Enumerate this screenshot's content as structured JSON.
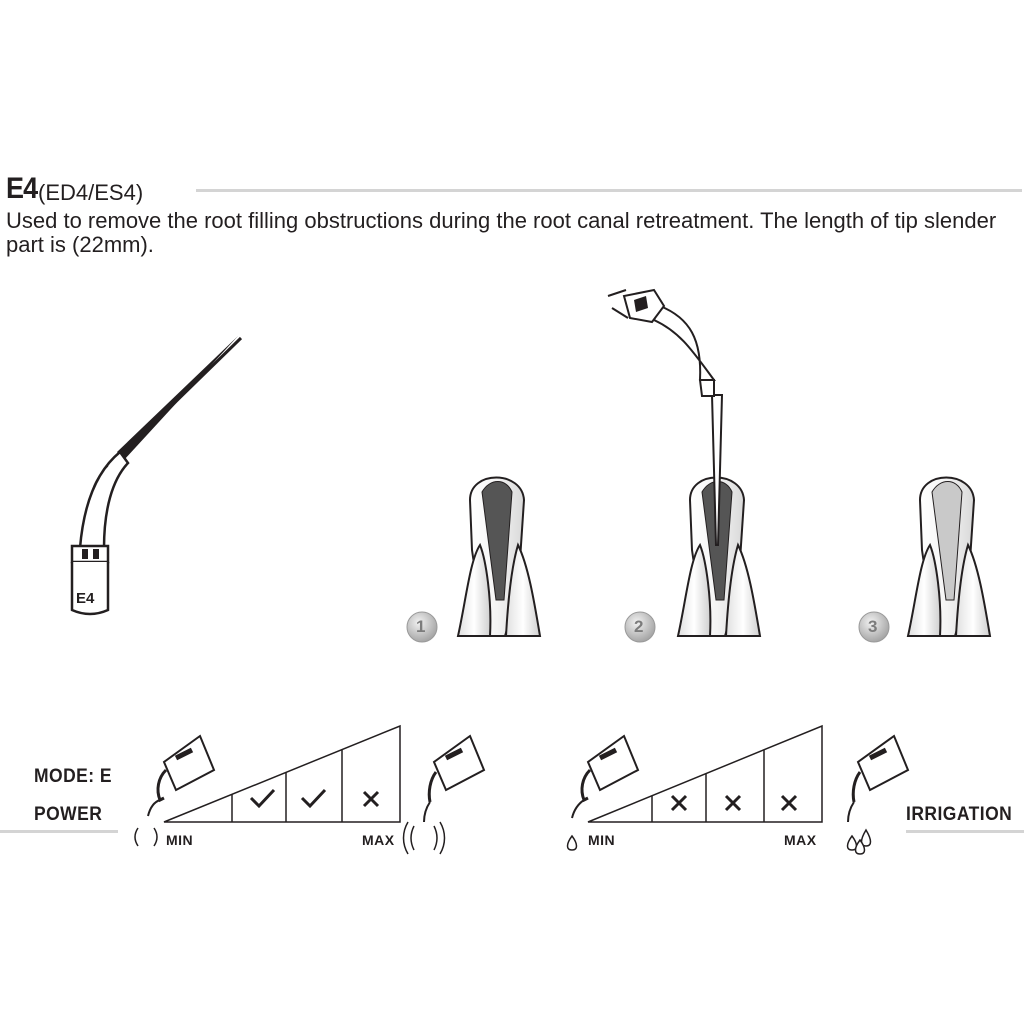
{
  "header": {
    "code": "E4",
    "variants": "(ED4/ES4)",
    "description": "Used to remove the root filling obstructions during the root canal retreatment. The length of tip slender part is (22mm)."
  },
  "tip_illustration": {
    "label": "E4"
  },
  "steps": [
    {
      "number": "1"
    },
    {
      "number": "2"
    },
    {
      "number": "3"
    }
  ],
  "power_panel": {
    "mode_label": "MODE: E",
    "power_label": "POWER",
    "min_label": "MIN",
    "max_label": "MAX",
    "cells": [
      "check",
      "check",
      "cross"
    ]
  },
  "irrigation_panel": {
    "irrigation_label": "IRRIGATION",
    "min_label": "MIN",
    "max_label": "MAX",
    "cells": [
      "cross",
      "cross",
      "cross"
    ]
  },
  "colors": {
    "text": "#231f20",
    "rule": "#d4d4d4",
    "filling": "#555555",
    "badge": "#b8b8b8"
  }
}
